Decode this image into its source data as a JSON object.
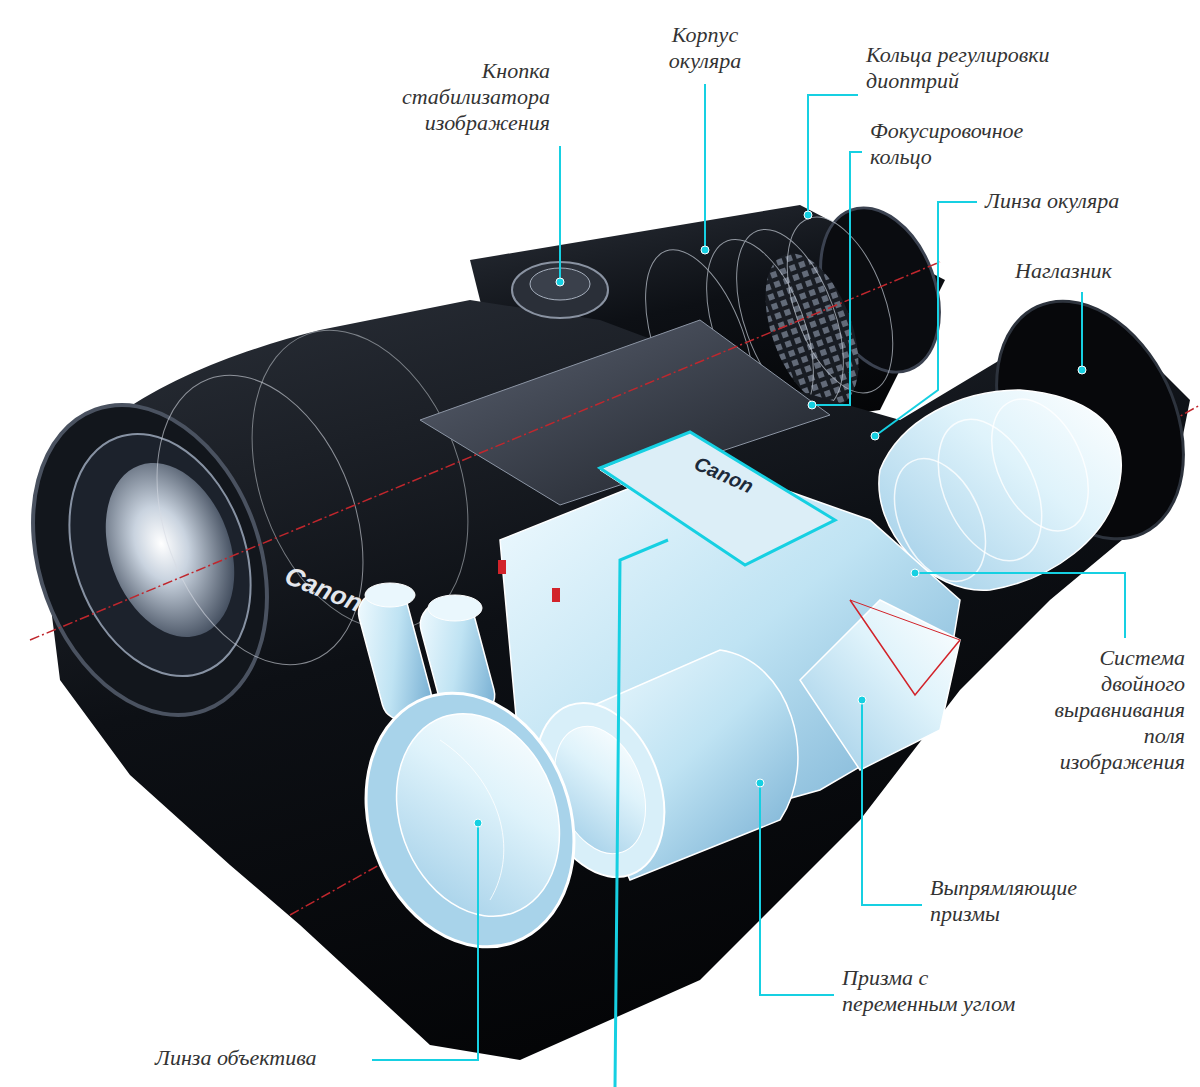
{
  "diagram": {
    "labels": [
      "Кнопка стабилизатора изображения",
      "Корпус окуляра",
      "Кольца регулировки диоптрий",
      "Фокусировочное кольцо",
      "Линза окуляра",
      "Наглазник",
      "Система двойного выравнивания поля изображения",
      "Выпрямляющие призмы",
      "Призма с переменным углом",
      "Линза объектива",
      "Canon",
      "Canon"
    ]
  }
}
